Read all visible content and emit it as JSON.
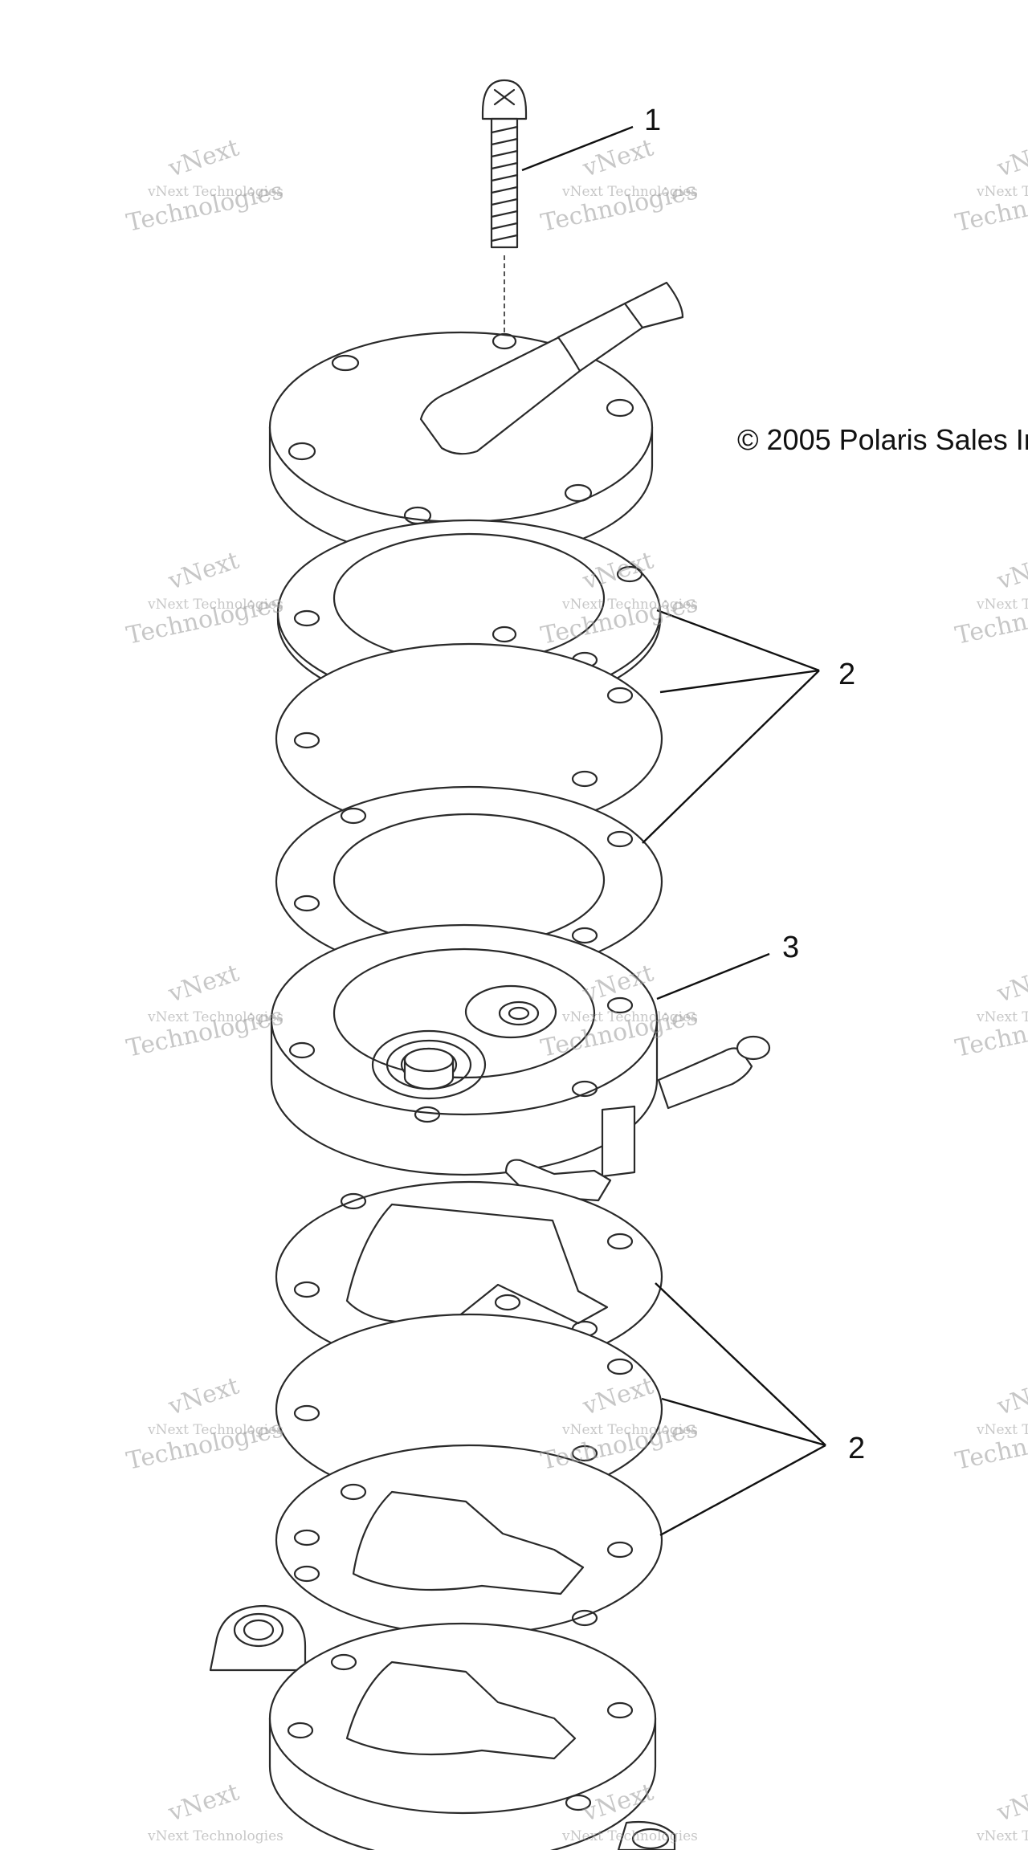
{
  "copyright": "© 2005 Polaris Sales In",
  "callouts": [
    "1",
    "2",
    "3",
    "2"
  ],
  "watermark": {
    "brand": "vNext",
    "line_small": "vNext Technologies",
    "line_big": "Technologies"
  },
  "colors": {
    "ink": "#2a2a2a",
    "background": "#ffffff",
    "watermark": "#9a9a9a"
  }
}
